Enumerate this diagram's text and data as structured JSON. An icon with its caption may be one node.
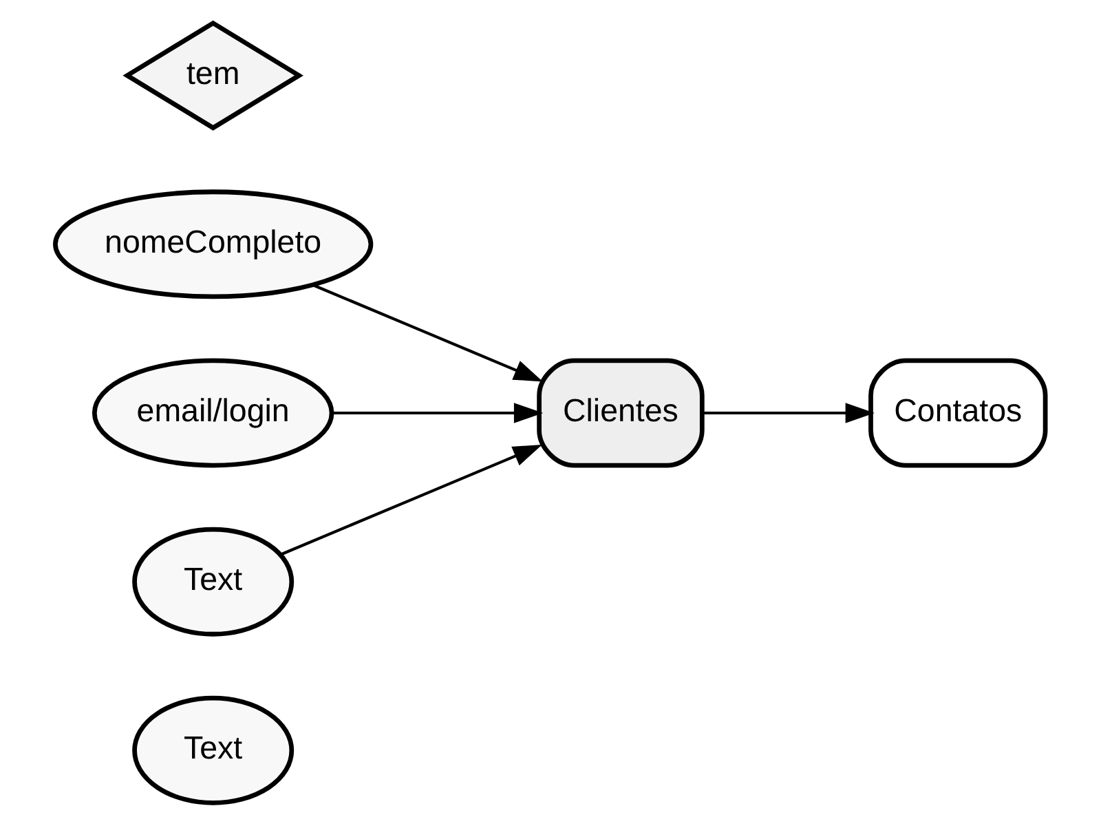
{
  "diagram": {
    "nodes": [
      {
        "text": [
          "Text"
        ]
      },
      {
        "text": [
          "nomeCompleto"
        ]
      },
      {
        "text": [
          "email/login"
        ]
      },
      {
        "text": [
          "Text"
        ]
      },
      {
        "text": [
          "Clientes"
        ]
      },
      {
        "text": [
          "tem"
        ]
      },
      {
        "text": [
          "Contatos"
        ]
      }
    ],
    "edges": [
      {
        "from": 1,
        "to": 4,
        "arrow": "to"
      },
      {
        "from": 2,
        "to": 4,
        "arrow": "to"
      },
      {
        "from": 3,
        "to": 4,
        "arrow": "to"
      },
      {
        "from": 4,
        "to": 6,
        "arrow": "to"
      }
    ]
  }
}
